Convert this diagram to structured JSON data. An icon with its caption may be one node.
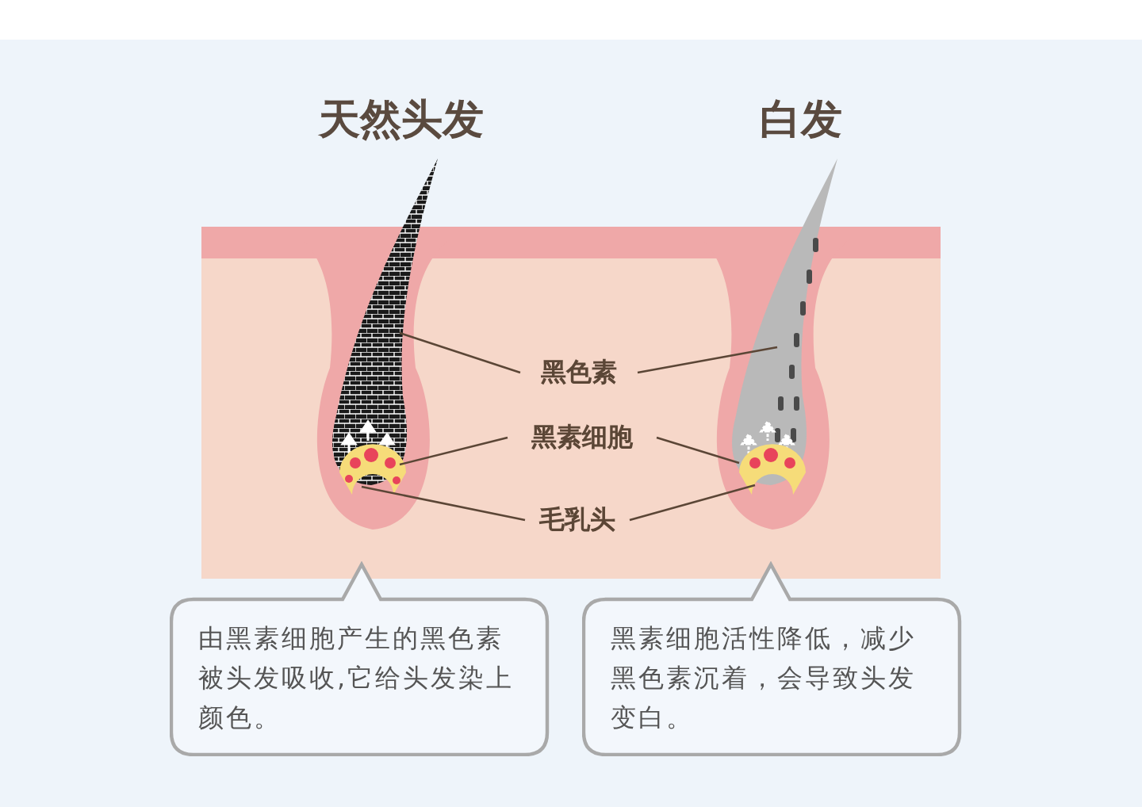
{
  "diagram": {
    "nodes": [
      {
        "text": [
          "黑色素"
        ]
      },
      {
        "text": [
          "黑素细胞"
        ]
      },
      {
        "text": [
          "毛乳头"
        ]
      },
      {
        "text": [
          "由黑素细胞产生的黑色素被头发吸收,它给头发染上颜色。"
        ]
      },
      {
        "text": [
          "黑素细胞活性降低，减少黑色素沉着，会导致头发变白。"
        ]
      }
    ],
    "edges": [
      {
        "from": 0,
        "to": null,
        "arrow": "none"
      },
      {
        "from": 0,
        "to": null,
        "arrow": "none"
      },
      {
        "from": 1,
        "to": null,
        "arrow": "none"
      },
      {
        "from": 1,
        "to": null,
        "arrow": "none"
      },
      {
        "from": 2,
        "to": null,
        "arrow": "none"
      },
      {
        "from": 2,
        "to": null,
        "arrow": "none"
      }
    ],
    "labels": [
      "天然头发",
      "白发"
    ]
  }
}
